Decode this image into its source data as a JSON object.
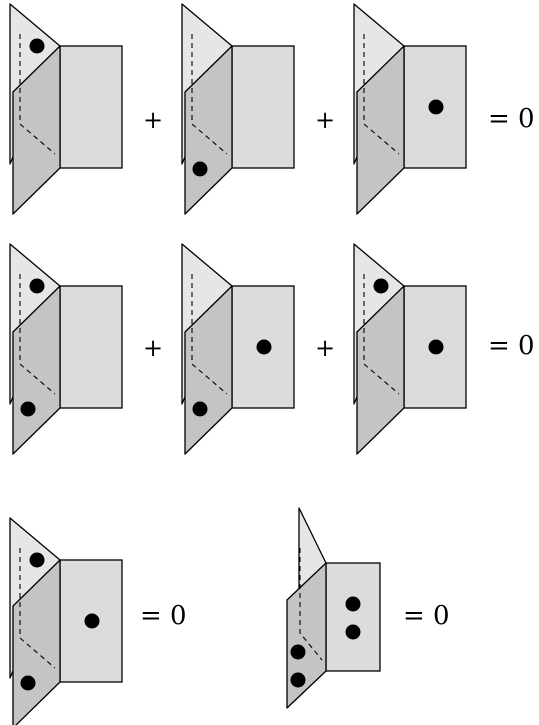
{
  "colors": {
    "back_sheet": "#e6e6e6",
    "front_sheet": "#c4c4c4",
    "right_sheet": "#dcdcdc",
    "outline": "#000000",
    "dot": "#000000"
  },
  "rows": [
    {
      "figures": [
        {
          "dots": [
            "back-top"
          ]
        },
        {
          "dots": [
            "front-bottom"
          ]
        },
        {
          "dots": [
            "right-middle"
          ]
        }
      ],
      "operators": [
        "+",
        "+"
      ],
      "equals": "= 0"
    },
    {
      "figures": [
        {
          "dots": [
            "back-top",
            "front-bottom"
          ]
        },
        {
          "dots": [
            "front-bottom",
            "right-middle"
          ]
        },
        {
          "dots": [
            "back-top",
            "right-middle"
          ]
        }
      ],
      "operators": [
        "+",
        "+"
      ],
      "equals": "= 0"
    },
    {
      "figures": [
        {
          "dots": [
            "back-top",
            "front-bottom",
            "right-middle"
          ]
        },
        {
          "dots": [
            "front-top",
            "front-bottom",
            "right-top",
            "right-bottom"
          ]
        }
      ],
      "operators": [],
      "equals": [
        "= 0",
        "= 0"
      ]
    }
  ]
}
